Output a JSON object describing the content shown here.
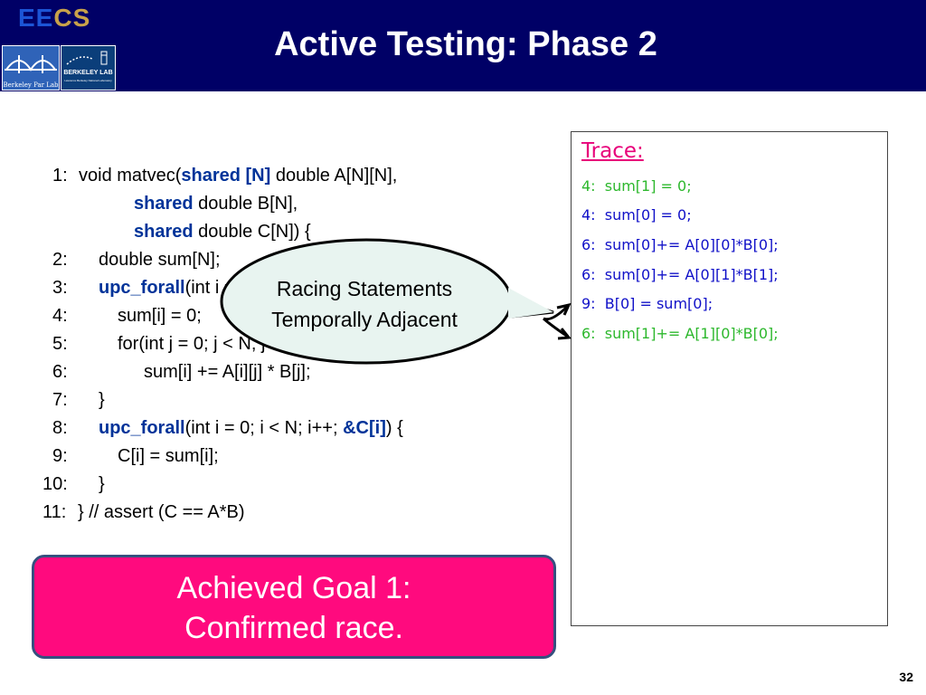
{
  "header": {
    "logo_ee": "EE",
    "logo_cs": "CS",
    "logo_bpl": "Berkeley Par Lab",
    "logo_lab": "BERKELEY LAB",
    "logo_lab_sub": "Lawrence Berkeley National Laboratory",
    "title": "Active Testing: Phase 2"
  },
  "code": {
    "l1_num": "1:",
    "l1_a": "void matvec(",
    "l1_kw1": "shared [N]",
    "l1_b": " double A[N][N],",
    "l1c_kw": "shared",
    "l1c_b": " double B[N],",
    "l1d_kw": "shared",
    "l1d_b": " double C[N]) {",
    "l2_num": "2:",
    "l2_a": "double sum[N];",
    "l3_num": "3:",
    "l3_kw": "upc_forall",
    "l3_a": "(int i = 0; i < N; i++; &sum[i]) {",
    "l4_num": "4:",
    "l4_a": "sum[i] = 0;",
    "l5_num": "5:",
    "l5_a": "for(int j = 0; j < N; j++)",
    "l6_num": "6:",
    "l6_a": "sum[i] += A[i][j] * B[j];",
    "l7_num": "7:",
    "l7_a": "}",
    "l8_num": "8:",
    "l8_kw": "upc_forall",
    "l8_a": "(int i = 0; i < N; i++; ",
    "l8_kw2": "&C[i]",
    "l8_b": ") {",
    "l9_num": "9:",
    "l9_a": "C[i] = sum[i];",
    "l10_num": "10:",
    "l10_a": "}",
    "l11_num": "11:",
    "l11_a": "} // assert (C == A*B)"
  },
  "trace": {
    "title": "Trace:",
    "lines": [
      {
        "text": "4:  sum[1] = 0;",
        "color": "#2db82d"
      },
      {
        "text": "4:  sum[0] = 0;",
        "color": "#1010c8"
      },
      {
        "text": "6:  sum[0]+= A[0][0]*B[0];",
        "color": "#1010c8"
      },
      {
        "text": "6:  sum[0]+= A[0][1]*B[1];",
        "color": "#1010c8"
      },
      {
        "text": "9:  B[0] = sum[0];",
        "color": "#1010c8"
      },
      {
        "text": "6:  sum[1]+= A[1][0]*B[0];",
        "color": "#2db82d"
      }
    ]
  },
  "callout": {
    "line1": "Racing Statements",
    "line2": "Temporally Adjacent"
  },
  "goal": {
    "line1": "Achieved Goal 1:",
    "line2": "Confirmed race."
  },
  "page_number": "32",
  "colors": {
    "header_bg": "#000066",
    "keyword": "#003399",
    "trace_title": "#e8007a",
    "goal_bg": "#ff0a7e"
  }
}
